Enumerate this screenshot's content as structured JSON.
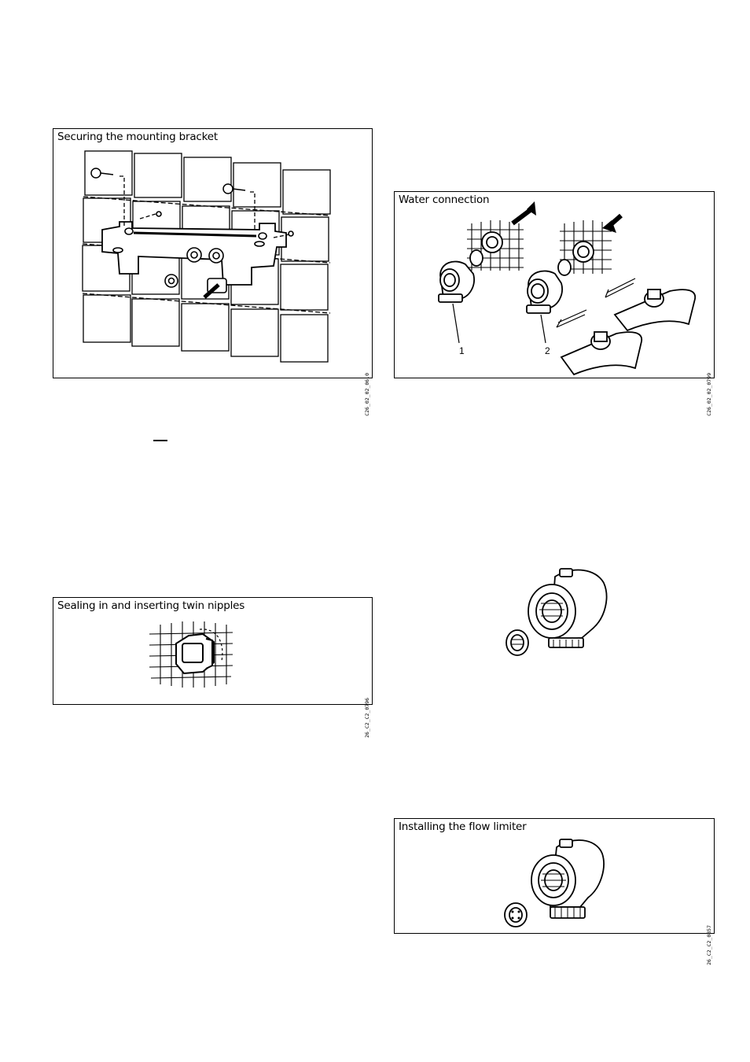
{
  "figures": {
    "bracket": {
      "caption": "Securing the mounting bracket",
      "code": "C26_02_02_06.0"
    },
    "water": {
      "caption": "Water connection",
      "code": "C26_02_02_0799",
      "callout_1": "1",
      "callout_2": "2"
    },
    "nipples": {
      "caption": "Sealing in and inserting twin nipples",
      "code": "26_C2_C2_0796"
    },
    "limiter": {
      "caption": "Installing the flow limiter",
      "code": "26_C2_C2_0857"
    }
  }
}
